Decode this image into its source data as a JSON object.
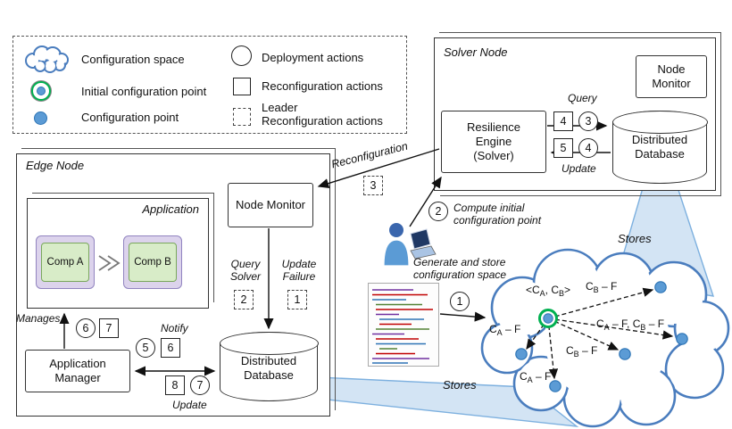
{
  "legend": {
    "configuration_space": "Configuration space",
    "initial_configuration_point": "Initial configuration point",
    "configuration_point": "Configuration point",
    "deployment_actions": "Deployment actions",
    "reconfiguration_actions": "Reconfiguration actions",
    "leader_line1": "Leader",
    "leader_line2": "Reconfiguration actions"
  },
  "edge": {
    "title": "Edge Node",
    "application_title": "Application",
    "comp_a": "Comp A",
    "comp_b": "Comp B",
    "node_monitor": "Node Monitor",
    "query_solver": "Query Solver",
    "update_failure": "Update Failure",
    "database": "Distributed Database",
    "app_manager": "Application Manager",
    "manages": "Manages",
    "notify": "Notify",
    "update": "Update",
    "badges": {
      "manages_circle": "6",
      "manages_square": "7",
      "notify_circle": "5",
      "notify_square": "6",
      "update_square": "8",
      "update_circle": "7",
      "query_solver_dashed": "2",
      "update_failure_dashed": "1"
    }
  },
  "solver": {
    "title": "Solver Node",
    "node_monitor": "Node Monitor",
    "resilience_engine": "Resilience Engine (Solver)",
    "database": "Distributed Database",
    "query": "Query",
    "update": "Update",
    "badges": {
      "query_square": "4",
      "query_circle": "3",
      "update_square": "5",
      "update_circle": "4"
    }
  },
  "flow": {
    "reconfiguration": "Reconfiguration",
    "reconfiguration_dashed": "3",
    "compute_circle": "2",
    "compute_label": "Compute initial configuration point",
    "generate_label": "Generate and store configuration space",
    "generate_circle": "1",
    "stores_top": "Stores",
    "stores_bottom": "Stores"
  },
  "cloud": {
    "center": [
      {
        "t": "<C"
      },
      {
        "t": "A",
        "sub": true
      },
      {
        "t": ", C"
      },
      {
        "t": "B",
        "sub": true
      },
      {
        "t": ">"
      }
    ],
    "p1": [
      {
        "t": "C"
      },
      {
        "t": "B",
        "sub": true
      },
      {
        "t": " – F"
      }
    ],
    "p2": [
      {
        "t": "C"
      },
      {
        "t": "A",
        "sub": true
      },
      {
        "t": " – F"
      }
    ],
    "p3": [
      {
        "t": "C"
      },
      {
        "t": "A",
        "sub": true
      },
      {
        "t": " – F, C"
      },
      {
        "t": "B",
        "sub": true
      },
      {
        "t": " – F"
      }
    ],
    "p4": [
      {
        "t": "C"
      },
      {
        "t": "B",
        "sub": true
      },
      {
        "t": " – F"
      }
    ],
    "p5": [
      {
        "t": "C"
      },
      {
        "t": "A",
        "sub": true
      },
      {
        "t": " – F"
      }
    ]
  }
}
